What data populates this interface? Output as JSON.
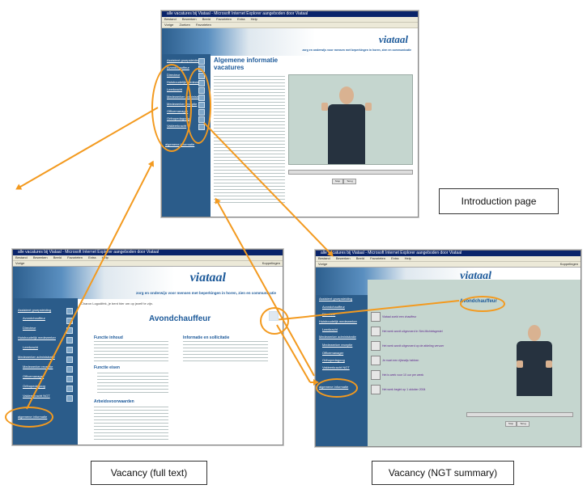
{
  "labels": {
    "intro": "Introduction page",
    "full": "Vacancy (full text)",
    "ngt": "Vacancy (NGT summary)"
  },
  "browser": {
    "title": "alle vacatures bij Viataal - Microsoft Internet Explorer aangeboden door Viataal",
    "menu": [
      "Bestand",
      "Bewerken",
      "Beeld",
      "Favorieten",
      "Extra",
      "Help"
    ],
    "toolbar": [
      "Vorige",
      "Zoeken",
      "Favorieten"
    ],
    "links_label": "Koppelingen"
  },
  "site": {
    "logo": "viataal",
    "tagline": "zorg en onderwijs voor mensen met beperkingen in horen, zien en communicatie"
  },
  "intro_page": {
    "heading": "Algemene informatie vacatures",
    "nav": [
      "Assistent groepsleiding",
      "Avondchauffeur",
      "Directeur",
      "Huishoudelijk medewerker",
      "Leerkracht",
      "Medewerker administratie",
      "Medewerker receptie",
      "Officemanager",
      "Orthopedagoog",
      "Vakleerkracht"
    ],
    "footer_link": "algemene informatie",
    "buttons": [
      "Stop",
      "Terug"
    ]
  },
  "full_page": {
    "breadcrumb": "Charon Logodifek, je bent hier om op jezelf te zijn.",
    "heading": "Avondchauffeur",
    "nav": [
      "Assistent groepsleiding",
      "Avondchauffeur",
      "Directeur",
      "Huishoudelijk medewerker",
      "Leerkracht",
      "Medewerker administratie",
      "Medewerker receptie",
      "Officemanager",
      "Orthopedagoog",
      "Vakleerkracht NGT"
    ],
    "footer_link": "algemene informatie",
    "sections": [
      "Functie inhoud",
      "Informatie en sollicitatie",
      "Functie eisen",
      "Arbeidsvoorwaarden"
    ]
  },
  "ngt_page": {
    "heading": "Avondchauffeur",
    "nav": [
      "Assistent groepsleiding",
      "Avondchauffeur",
      "Directeur",
      "Huishoudelijk medewerker",
      "Leerkracht",
      "Medewerker administratie",
      "Medewerker receptie",
      "Officemanager",
      "Orthopedagoog",
      "Vakleerkracht NGT"
    ],
    "footer_link": "algemene informatie",
    "rows": [
      "Viataal zoekt een chauffeur",
      "Het werk wordt uitgevoerd in Sint-Michielsgestel",
      "Het werk wordt uitgevoerd op de afdeling vervoer",
      "Je moet een rijbewijs hebben",
      "Het is werk voor 10 uur per week",
      "Het werk begint op 1 oktober 2004"
    ],
    "buttons": [
      "Stop",
      "Terug"
    ]
  }
}
